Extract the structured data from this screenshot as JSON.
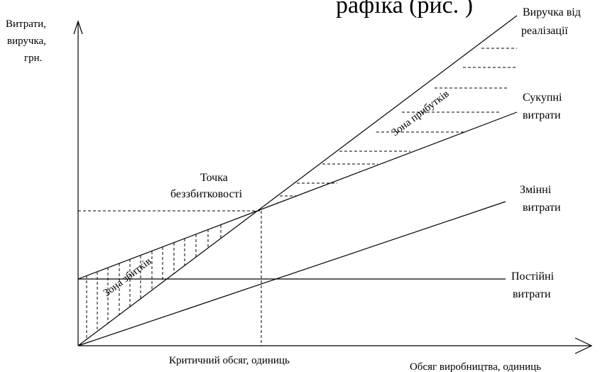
{
  "header": {
    "partial_title": "рафіка (рис. )"
  },
  "axes": {
    "y_label": [
      "Витрати,",
      "виручка,",
      "грн."
    ],
    "x_label": "Обсяг виробництва, одиниць",
    "critical_volume_label": "Критичний обсяг, одиниць"
  },
  "lines": {
    "revenue": [
      "Виручка від",
      "реалізації"
    ],
    "total_costs": [
      "Сукупні",
      "витрати"
    ],
    "variable_costs": [
      "Змінні",
      "витрати"
    ],
    "fixed_costs": [
      "Постійні",
      "витрати"
    ]
  },
  "annotations": {
    "break_even": [
      "Точка",
      "беззбитковості"
    ],
    "profit_zone": "Зона прибутків",
    "loss_zone": "Зона збитків"
  },
  "colors": {
    "ink": "#000000",
    "background": "#ffffff"
  }
}
